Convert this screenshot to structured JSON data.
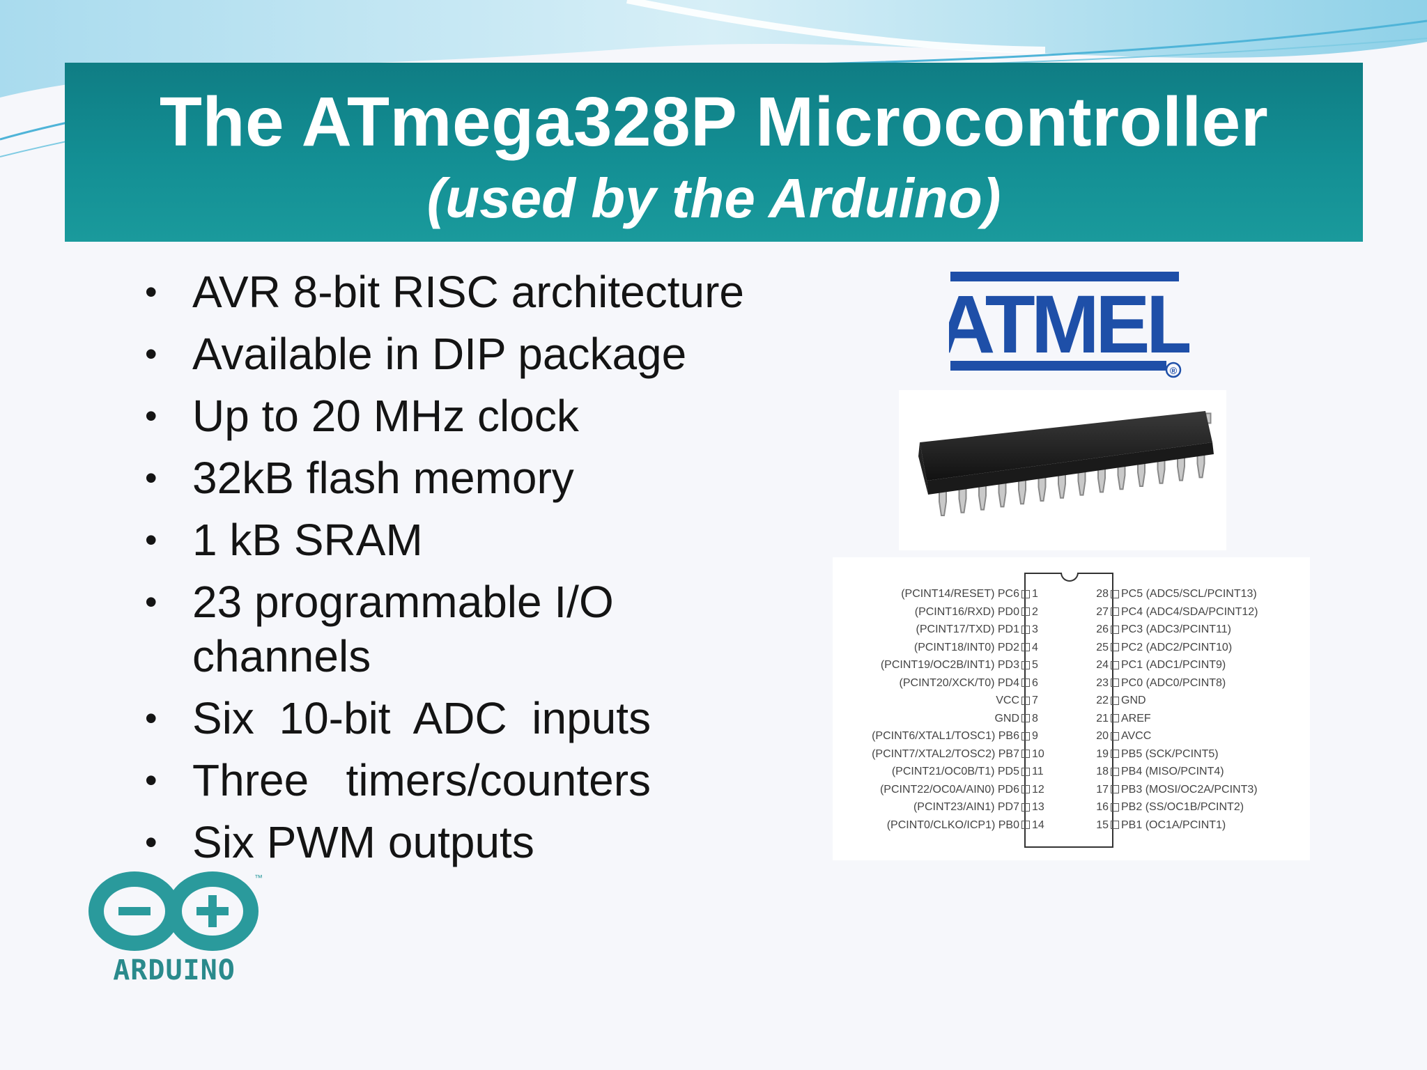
{
  "slide": {
    "title": "The ATmega328P Microcontroller",
    "subtitle": "(used by the Arduino)"
  },
  "bullets": [
    "AVR 8-bit RISC architecture",
    "Available in DIP package",
    "Up to 20 MHz clock",
    "32kB flash memory",
    "1 kB SRAM",
    "23 programmable I/O channels",
    "Six  10-bit  ADC  inputs",
    "Three   timers/counters",
    "Six PWM outputs"
  ],
  "bullet_marker": "•",
  "logos": {
    "atmel": "ATMEL",
    "atmel_registered": "®",
    "arduino": "ARDUINO",
    "arduino_tm": "™"
  },
  "pinout": {
    "left": [
      {
        "label": "(PCINT14/RESET) PC6",
        "num": "1"
      },
      {
        "label": "(PCINT16/RXD) PD0",
        "num": "2"
      },
      {
        "label": "(PCINT17/TXD) PD1",
        "num": "3"
      },
      {
        "label": "(PCINT18/INT0) PD2",
        "num": "4"
      },
      {
        "label": "(PCINT19/OC2B/INT1) PD3",
        "num": "5"
      },
      {
        "label": "(PCINT20/XCK/T0) PD4",
        "num": "6"
      },
      {
        "label": "VCC",
        "num": "7"
      },
      {
        "label": "GND",
        "num": "8"
      },
      {
        "label": "(PCINT6/XTAL1/TOSC1) PB6",
        "num": "9"
      },
      {
        "label": "(PCINT7/XTAL2/TOSC2) PB7",
        "num": "10"
      },
      {
        "label": "(PCINT21/OC0B/T1) PD5",
        "num": "11"
      },
      {
        "label": "(PCINT22/OC0A/AIN0) PD6",
        "num": "12"
      },
      {
        "label": "(PCINT23/AIN1) PD7",
        "num": "13"
      },
      {
        "label": "(PCINT0/CLKO/ICP1) PB0",
        "num": "14"
      }
    ],
    "right": [
      {
        "num": "28",
        "label": "PC5 (ADC5/SCL/PCINT13)"
      },
      {
        "num": "27",
        "label": "PC4 (ADC4/SDA/PCINT12)"
      },
      {
        "num": "26",
        "label": "PC3 (ADC3/PCINT11)"
      },
      {
        "num": "25",
        "label": "PC2 (ADC2/PCINT10)"
      },
      {
        "num": "24",
        "label": "PC1 (ADC1/PCINT9)"
      },
      {
        "num": "23",
        "label": "PC0 (ADC0/PCINT8)"
      },
      {
        "num": "22",
        "label": "GND"
      },
      {
        "num": "21",
        "label": "AREF"
      },
      {
        "num": "20",
        "label": "AVCC"
      },
      {
        "num": "19",
        "label": "PB5 (SCK/PCINT5)"
      },
      {
        "num": "18",
        "label": "PB4 (MISO/PCINT4)"
      },
      {
        "num": "17",
        "label": "PB3 (MOSI/OC2A/PCINT3)"
      },
      {
        "num": "16",
        "label": "PB2 (SS/OC1B/PCINT2)"
      },
      {
        "num": "15",
        "label": "PB1 (OC1A/PCINT1)"
      }
    ]
  },
  "colors": {
    "title_band": "#138f94",
    "atmel_blue": "#1e4fa8",
    "arduino_teal": "#2a9a9c",
    "wave_light": "#9fd7ea"
  }
}
